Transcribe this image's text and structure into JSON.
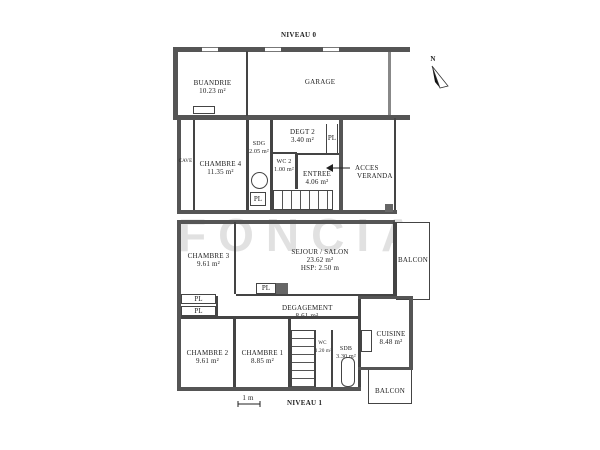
{
  "plan": {
    "level0_title": "NIVEAU 0",
    "level1_title": "NIVEAU 1",
    "north_label": "N",
    "scale_label": "1 m",
    "watermark": "FONCIA"
  },
  "rooms_level0": {
    "buanderie": {
      "name": "BUANDRIE",
      "area": "10.23 m²"
    },
    "garage": {
      "name": "GARAGE"
    },
    "chambre4": {
      "name": "CHAMBRE 4",
      "area": "11.35 m²"
    },
    "sdg": {
      "name": "SDG",
      "area": "2.05 m²"
    },
    "degt2": {
      "name": "DEGT 2",
      "area": "3.40 m²"
    },
    "wc2": {
      "name": "WC 2",
      "area": "1.00 m²"
    },
    "entree": {
      "name": "ENTREE",
      "area": "4.06 m²"
    },
    "acces_veranda": {
      "name1": "ACCES",
      "name2": "VERANDA"
    },
    "cave": {
      "name": "CAVE"
    },
    "pl_a": "PL",
    "pl_b": "PL"
  },
  "rooms_level1": {
    "chambre3": {
      "name": "CHAMBRE 3",
      "area": "9.61 m²"
    },
    "sejour": {
      "name": "SEJOUR / SALON",
      "area": "23.62 m²",
      "hsp": "HSP: 2.50 m"
    },
    "balcon1": {
      "name": "BALCON"
    },
    "degagement": {
      "name": "DEGAGEMENT",
      "area": "8.61 m²"
    },
    "chambre2": {
      "name": "CHAMBRE 2",
      "area": "9.61 m²"
    },
    "chambre1": {
      "name": "CHAMBRE 1",
      "area": "8.85 m²"
    },
    "wc": {
      "name": "WC",
      "area": "1.20 m²"
    },
    "sdb": {
      "name": "SDB",
      "area": "3.30 m²"
    },
    "cuisine": {
      "name": "CUISINE",
      "area": "8.48 m²"
    },
    "balcon2": {
      "name": "BALCON"
    },
    "pl_a": "PL",
    "pl_b": "PL",
    "pl_c": "PL"
  }
}
